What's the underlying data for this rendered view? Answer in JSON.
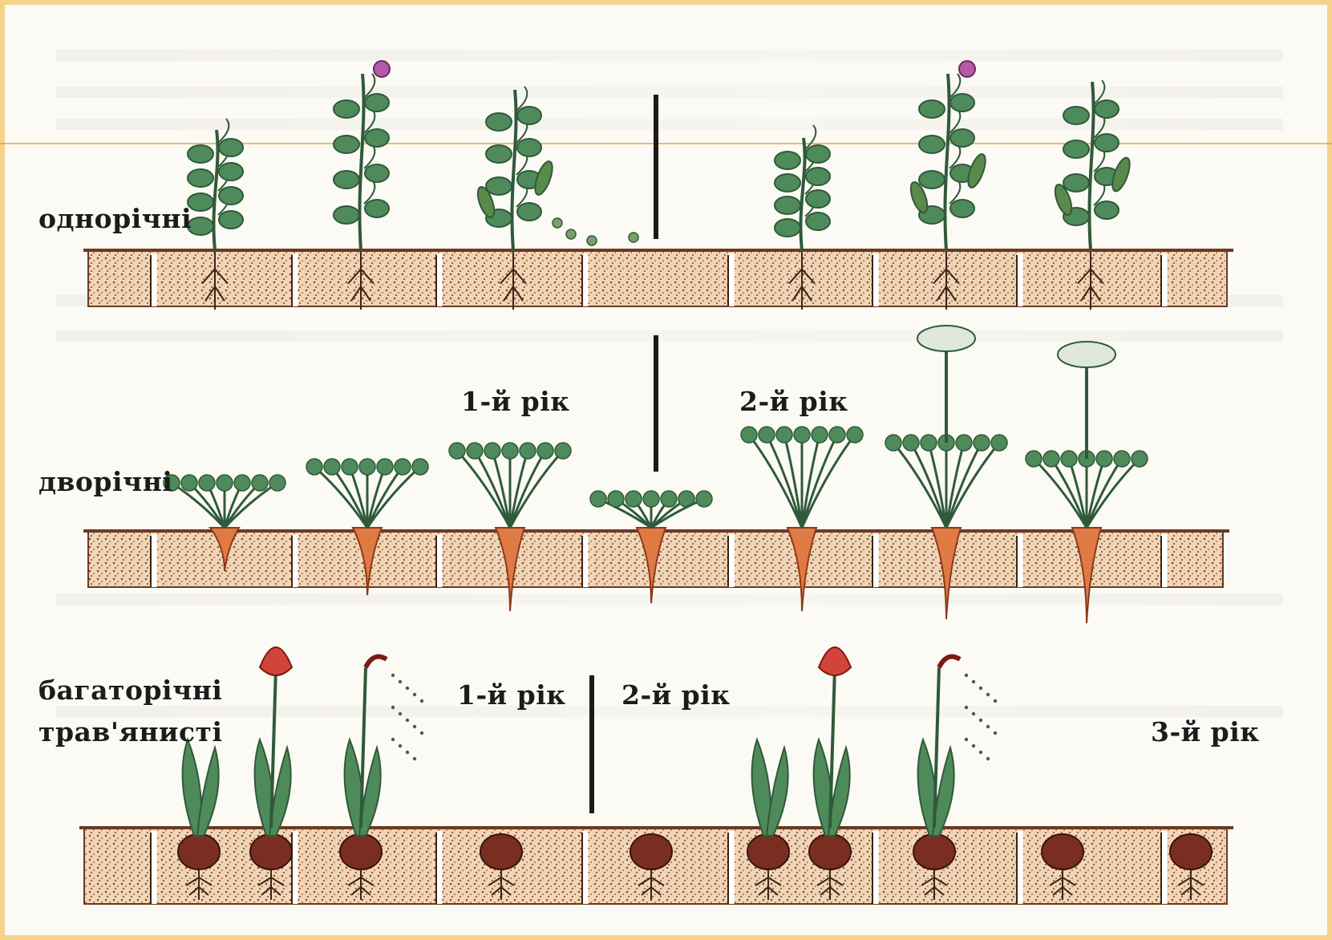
{
  "rows": {
    "annual": {
      "label": "однорічні"
    },
    "biennial": {
      "label": "дворічні",
      "year1": "1-й рік",
      "year2": "2-й рік"
    },
    "perennial": {
      "label_line1": "багаторічні",
      "label_line2": "трав'янисті",
      "year1": "1-й рік",
      "year2": "2-й рік",
      "year3": "3-й рік"
    }
  },
  "colors": {
    "soil": "#c8926a",
    "soil_dots": "#8a4a2a",
    "foliage": "#4f8a5a",
    "foliage_dark": "#2f5a3a",
    "carrot": "#e07a45",
    "tulip": "#d2443a",
    "bulb": "#7a2e22",
    "pea_flower": "#b45aa8",
    "divider": "#1a1a1a"
  }
}
